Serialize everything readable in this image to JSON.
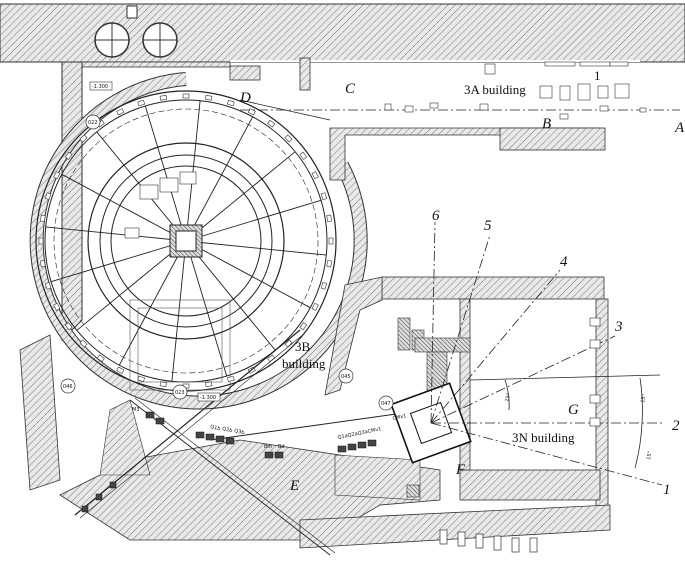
{
  "diagram": {
    "zone_labels": {
      "A": "A",
      "B": "B",
      "C": "C",
      "D": "D",
      "E": "E",
      "F": "F",
      "G": "G"
    },
    "building_labels": {
      "b3a": "3A building",
      "b3b_line1": "3B",
      "b3b_line2": "building",
      "b3n": "3N building"
    },
    "beamline_numbers": [
      "1",
      "2",
      "3",
      "4",
      "5",
      "6"
    ],
    "marker_1": "1",
    "angle_labels": [
      "15°",
      "15°",
      "15°"
    ],
    "level_marks": [
      "-1.300",
      "-1.300"
    ],
    "room_numbers": [
      "022",
      "046",
      "045",
      "047",
      "023"
    ],
    "magnet_labels": [
      "Q1a",
      "Q2a",
      "Q3a",
      "CMv1",
      "CMх1",
      "Bm",
      "Bd",
      "Q1b",
      "Q2b",
      "Q3b",
      "M3"
    ]
  }
}
